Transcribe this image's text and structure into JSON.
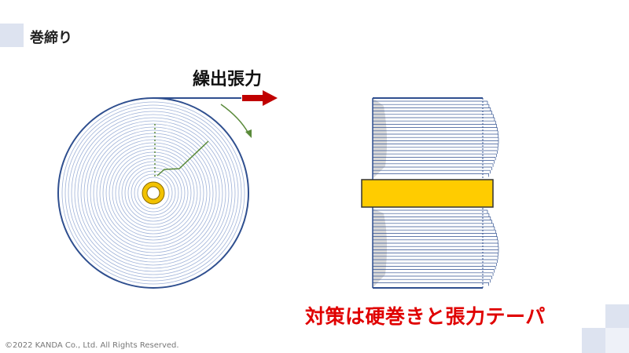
{
  "slide": {
    "title": "巻締り",
    "tension_label": "繰出張力",
    "countermeasure": "対策は硬巻きと張力テーパ",
    "copyright": "©2022 KANDA Co., Ltd. All Rights Reserved."
  },
  "colors": {
    "outline": "#2f4f8f",
    "layer_line": "#9fb2d8",
    "arrow_red": "#c00000",
    "arrow_green": "#5a8a3a",
    "core_gold": "#f2c200",
    "tape_fill": "#ffcc00",
    "accent_tile": "#dde3f0"
  }
}
